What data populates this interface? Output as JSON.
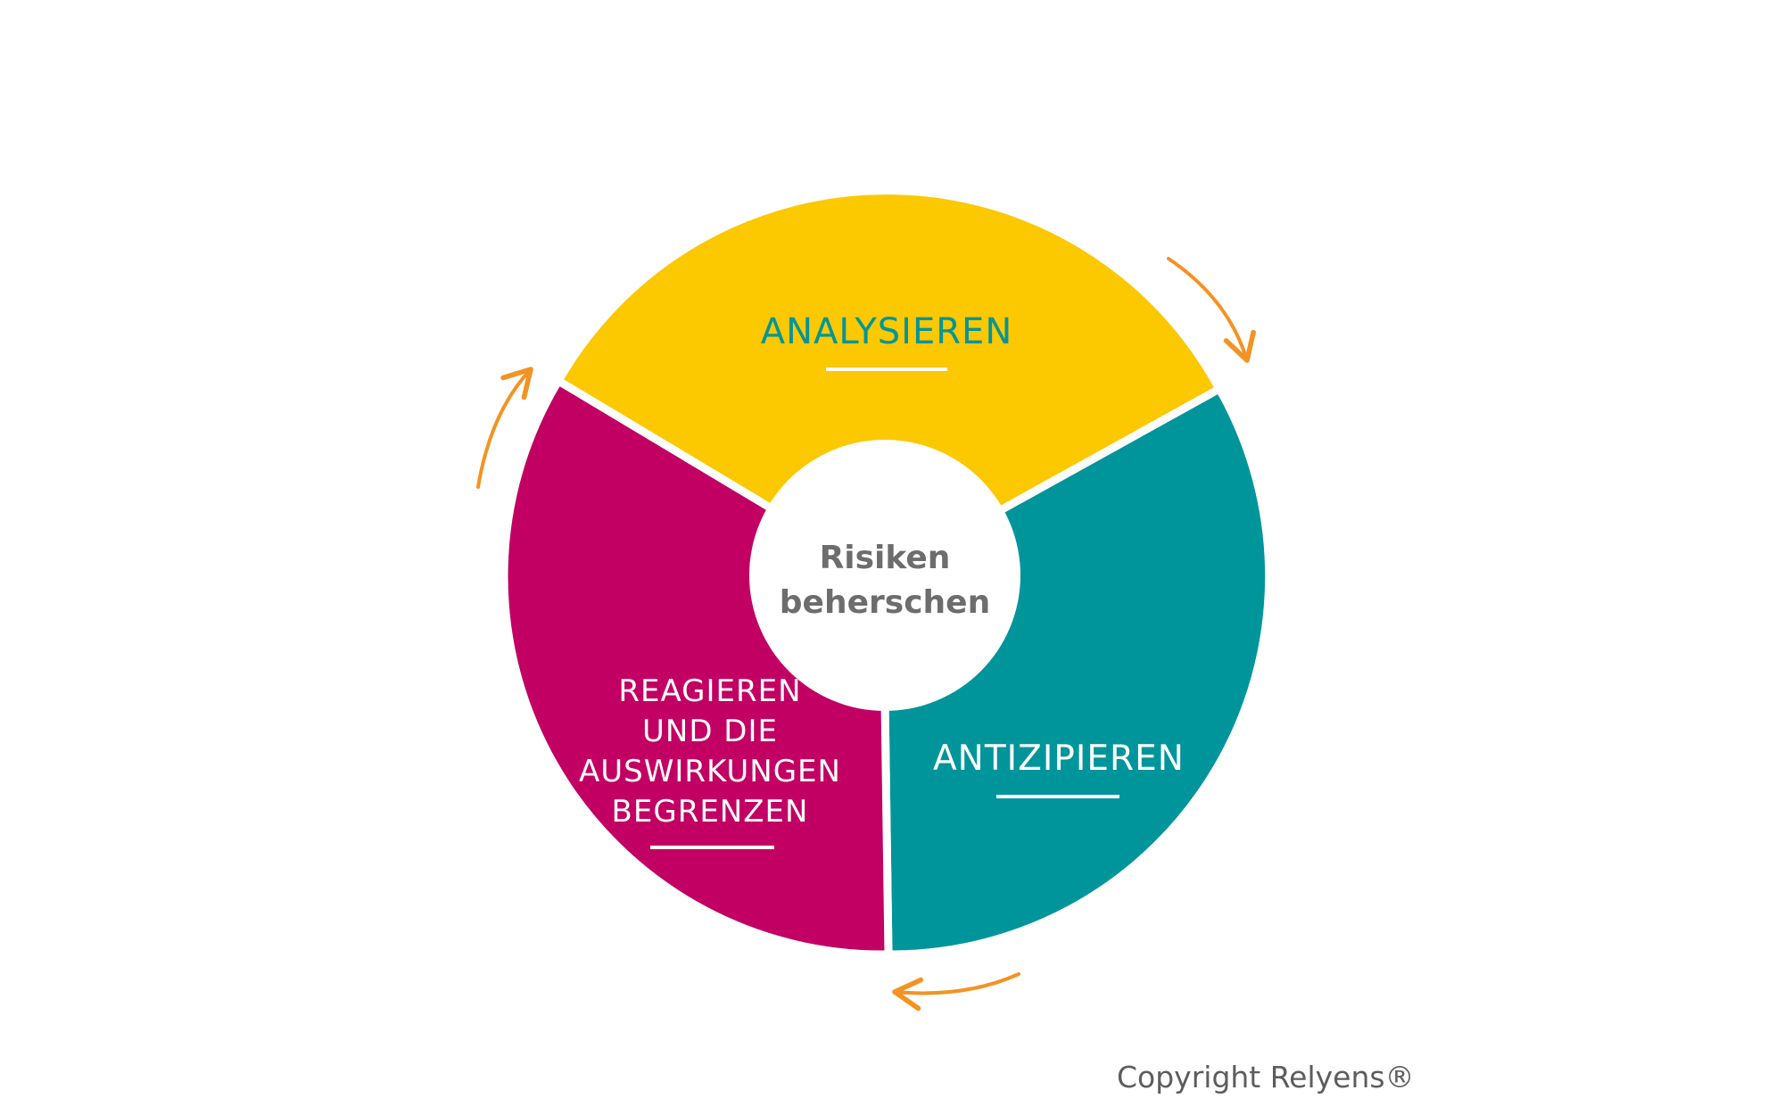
{
  "center": {
    "line1": "Risiken",
    "line2": "beherschen"
  },
  "segments": {
    "analysieren": {
      "label": "ANALYSIEREN",
      "color": "#fcc800",
      "text_color": "#00959a"
    },
    "antizipieren": {
      "label": "ANTIZIPIEREN",
      "color": "#00959a",
      "text_color": "#ffffff"
    },
    "reagieren": {
      "lines": [
        "REAGIEREN",
        "UND DIE",
        "AUSWIRKUNGEN",
        "BEGRENZEN"
      ],
      "color": "#c20064",
      "text_color": "#ffffff"
    }
  },
  "center_color": "#ffffff",
  "center_text_color": "#6d6d6d",
  "arrow_color": "#f39323",
  "copyright": "Copyright Relyens®"
}
